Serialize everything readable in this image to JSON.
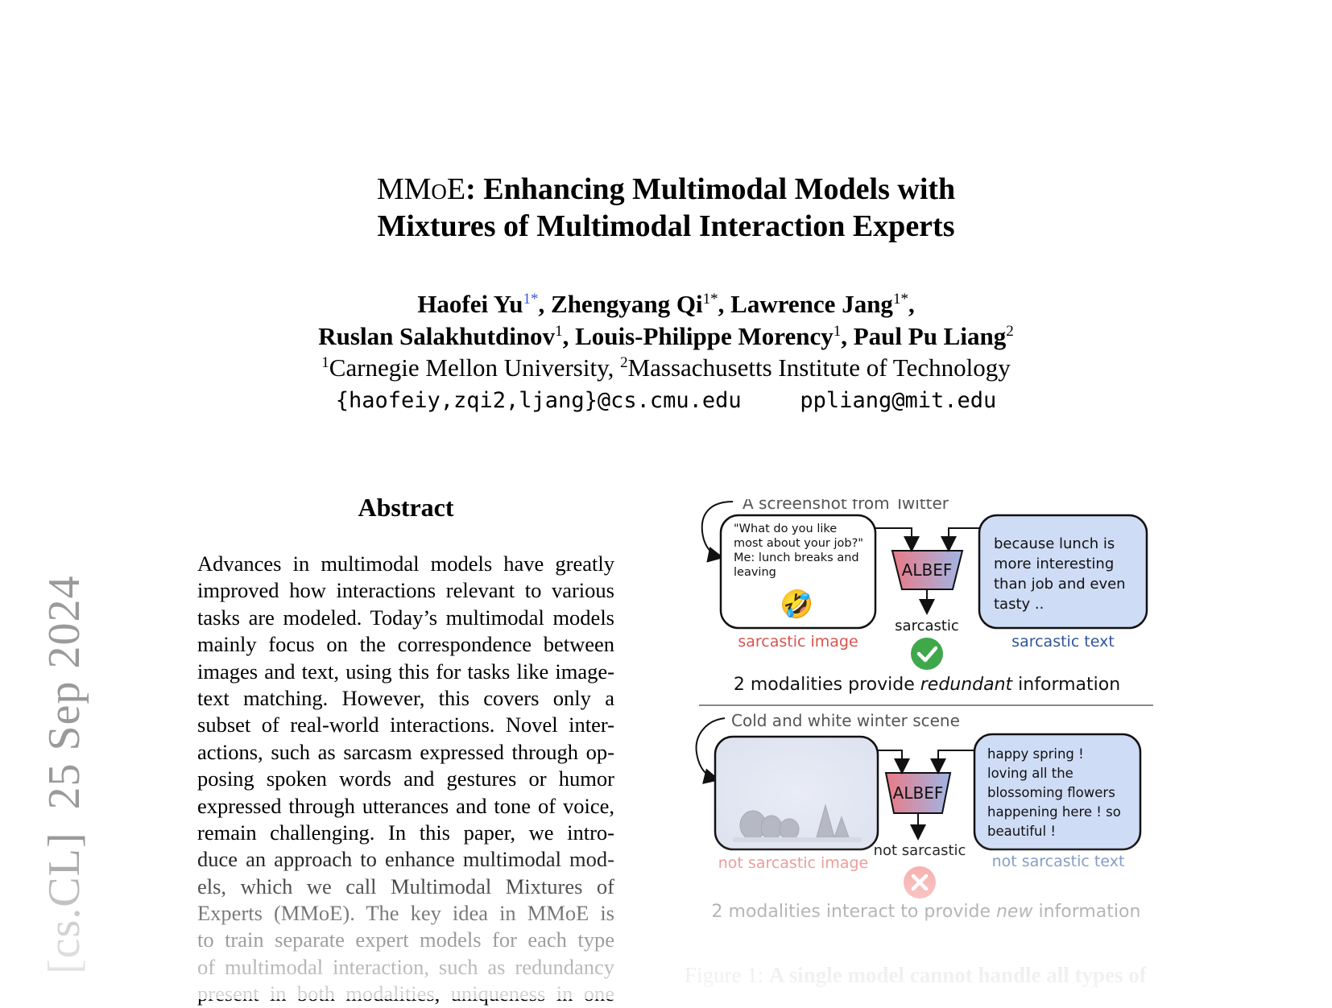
{
  "title": {
    "prefix_smallcaps": "MMoE",
    "rest_line1": ": Enhancing Multimodal Models with",
    "line2": "Mixtures of Multimodal Interaction Experts"
  },
  "authors": {
    "a1": "Haofei Yu",
    "a1_sup": "1*",
    "a2": "Zhengyang Qi",
    "a2_sup": "1*",
    "a3": "Lawrence Jang",
    "a3_sup": "1*",
    "a4": "Ruslan Salakhutdinov",
    "a4_sup": "1",
    "a5": "Louis-Philippe Morency",
    "a5_sup": "1",
    "a6": "Paul Pu Liang",
    "a6_sup": "2"
  },
  "affiliations": {
    "sup1": "1",
    "inst1": "Carnegie Mellon University, ",
    "sup2": "2",
    "inst2": "Massachusetts Institute of Technology"
  },
  "emails": {
    "e1": "{haofeiy,zqi2,ljang}@cs.cmu.edu",
    "e2": "ppliang@mit.edu"
  },
  "arxiv_stamp": {
    "category": "[cs.CL]",
    "date": "25 Sep 2024"
  },
  "abstract": {
    "heading": "Abstract",
    "lines": [
      "Advances in multimodal models have greatly",
      "improved how interactions relevant to various",
      "tasks are modeled. Today’s multimodal models",
      "mainly focus on the correspondence between",
      "images and text, using this for tasks like image-",
      "text matching.  However, this covers only a",
      "subset of real-world interactions. Novel inter-",
      "actions, such as sarcasm expressed through op-",
      "posing spoken words and gestures or humor",
      "expressed through utterances and tone of voice,",
      "remain challenging.  In this paper, we intro-",
      "duce an approach to enhance multimodal mod-",
      "els, which we call Multimodal Mixtures of",
      "Experts (MMoE). The key idea in MMoE is",
      "to train separate expert models for each type",
      "of multimodal interaction, such as redundancy",
      "present in both modalities, uniqueness in one"
    ]
  },
  "figure": {
    "top": {
      "caption_label": "A screenshot from Twitter",
      "tweet_text": [
        "\"What do you like",
        "most about your job?\"",
        "Me: lunch breaks and",
        "leaving"
      ],
      "emoji": "🤣",
      "model": "ALBEF",
      "right_text": [
        "because lunch is",
        "more interesting",
        "than job and even",
        "tasty .."
      ],
      "left_label": "sarcastic image",
      "right_label": "sarcastic text",
      "verdict": "sarcastic",
      "verdict_icon": "check-icon",
      "summary_pre": "2 modalities provide ",
      "summary_em": "redundant",
      "summary_post": " information"
    },
    "bottom": {
      "caption_label": "Cold and white winter scene",
      "model": "ALBEF",
      "right_text": [
        "happy spring !",
        "loving all the",
        "blossoming flowers",
        "happening here ! so",
        "beautiful !"
      ],
      "left_label": "not sarcastic image",
      "right_label": "not sarcastic text",
      "verdict": "not sarcastic",
      "verdict_icon": "cross-icon",
      "summary_pre": "2 modalities interact to provide ",
      "summary_em": "new",
      "summary_post": " information"
    },
    "colors": {
      "red_label": "#d9534f",
      "blue_label": "#2f5597",
      "box_fill": "#cfdcf5",
      "check": "#3ea84a",
      "cross": "#f07c7c"
    }
  },
  "caption": {
    "label": "Figure 1: ",
    "bold": "A single model cannot handle all types of"
  }
}
